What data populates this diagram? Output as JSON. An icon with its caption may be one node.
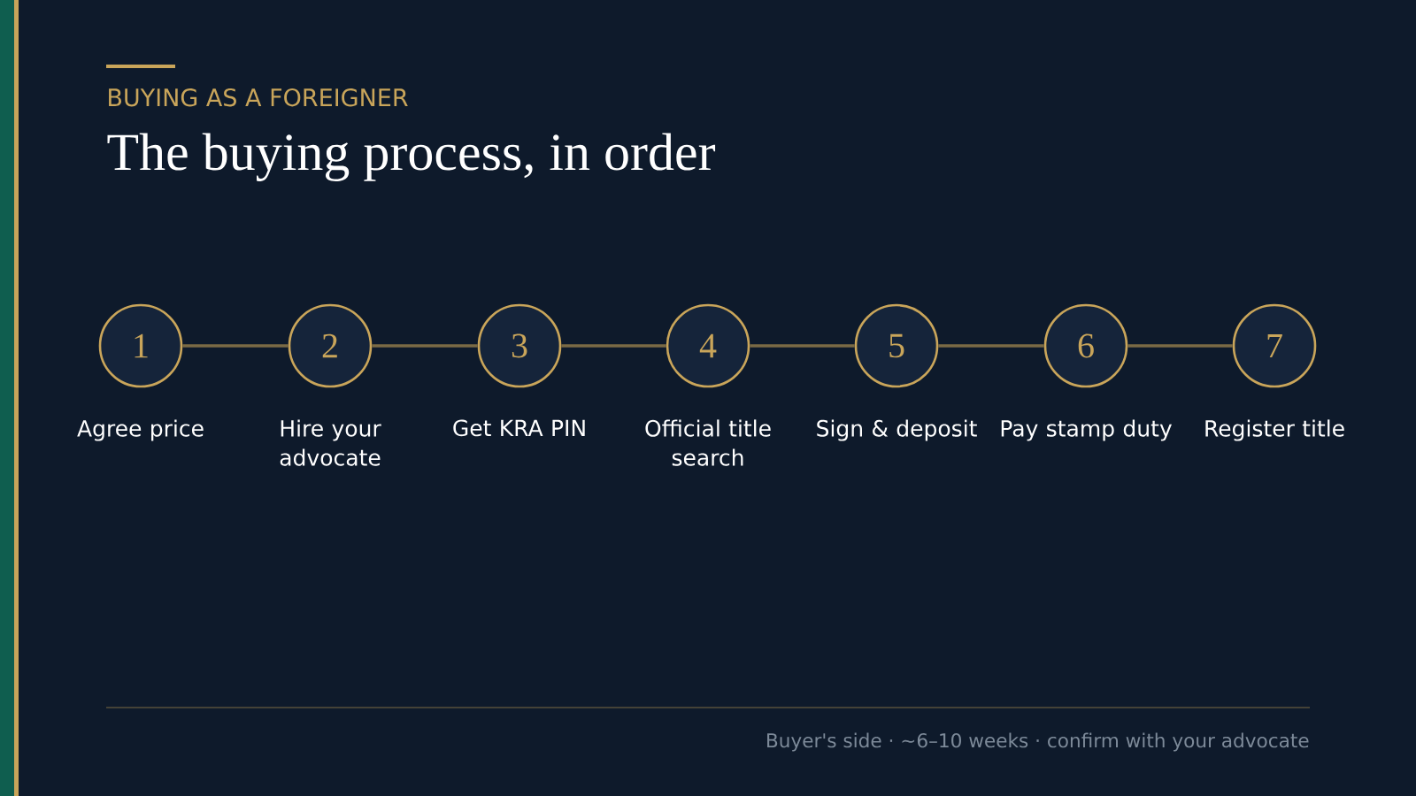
{
  "diagram": {
    "title": "The buying process, in order",
    "nodes": [
      {
        "text": [
          "1"
        ],
        "beside": [
          "Agree price"
        ]
      },
      {
        "text": [
          "2"
        ],
        "beside": [
          "Hire your advocate"
        ]
      },
      {
        "text": [
          "3"
        ],
        "beside": [
          "Get KRA PIN"
        ]
      },
      {
        "text": [
          "4"
        ],
        "beside": [
          "Official title search"
        ]
      },
      {
        "text": [
          "5"
        ],
        "beside": [
          "Sign & deposit"
        ]
      },
      {
        "text": [
          "6"
        ],
        "beside": [
          "Pay stamp duty"
        ]
      },
      {
        "text": [
          "7"
        ],
        "beside": [
          "Register title"
        ]
      }
    ],
    "edges": [
      {
        "from": 0,
        "to": 1,
        "arrow": "none"
      },
      {
        "from": 1,
        "to": 2,
        "arrow": "none"
      },
      {
        "from": 2,
        "to": 3,
        "arrow": "none"
      },
      {
        "from": 3,
        "to": 4,
        "arrow": "none"
      },
      {
        "from": 4,
        "to": 5,
        "arrow": "none"
      },
      {
        "from": 5,
        "to": 6,
        "arrow": "none"
      }
    ],
    "labels": [
      "BUYING AS A FOREIGNER",
      "Buyer's side · ~6–10 weeks · confirm with your advocate"
    ]
  }
}
